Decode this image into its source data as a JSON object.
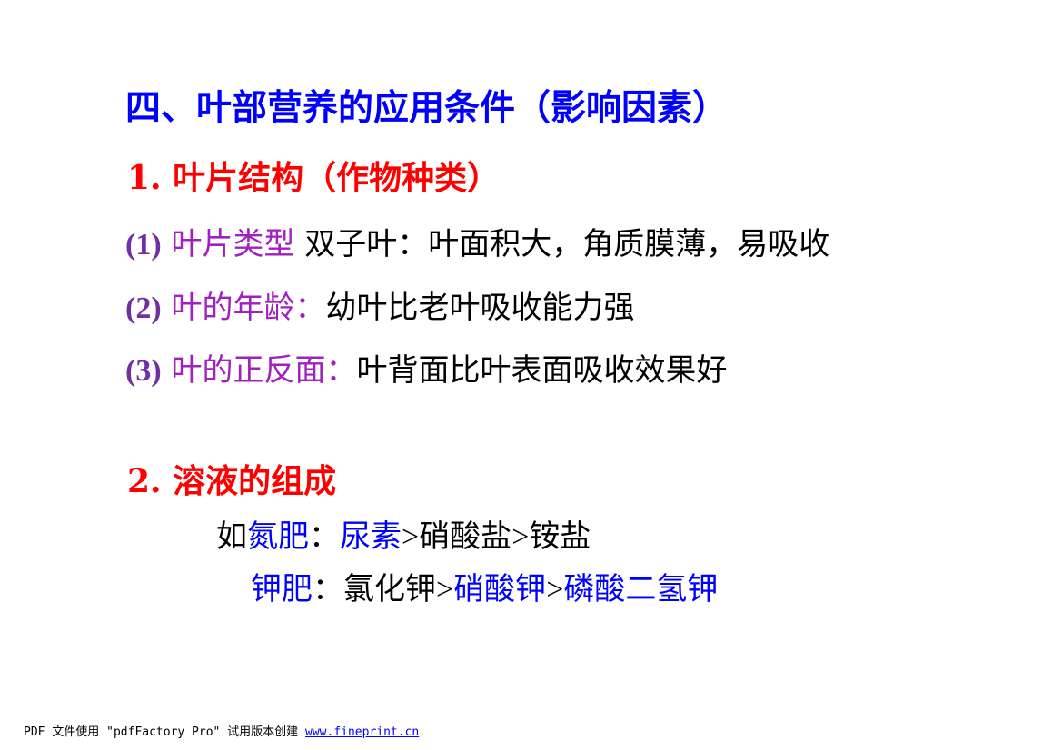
{
  "title": "四、叶部营养的应用条件（影响因素）",
  "section1": {
    "heading": "1. 叶片结构（作物种类）",
    "items": [
      {
        "num": "(1)",
        "label": " 叶片类型",
        "text": "  双子叶：叶面积大，角质膜薄，易吸收"
      },
      {
        "num": "(2)",
        "label": " 叶的年龄：",
        "text": "幼叶比老叶吸收能力强"
      },
      {
        "num": "(3)",
        "label": " 叶的正反面：",
        "text": "叶背面比叶表面吸收效果好"
      }
    ]
  },
  "section2": {
    "heading": "2. 溶液的组成",
    "row1": {
      "prefix": "如",
      "category": "氮肥",
      "colon": "：",
      "first": "尿素",
      "gt1": ">",
      "second": "硝酸盐",
      "gt2": ">",
      "third": "铵盐"
    },
    "row2": {
      "category": "钾肥",
      "colon": "：",
      "first": "氯化钾",
      "gt1": ">",
      "second": "硝酸钾",
      "gt2": ">",
      "third": "磷酸二氢钾"
    }
  },
  "footer": {
    "text": "PDF 文件使用 \"pdfFactory Pro\" 试用版本创建 ",
    "link": "www.fineprint.cn"
  },
  "colors": {
    "title": "#0000ff",
    "section_heading": "#ff0000",
    "item_label": "#a020c0",
    "highlight": "#0000ff",
    "body_text": "#000000"
  }
}
